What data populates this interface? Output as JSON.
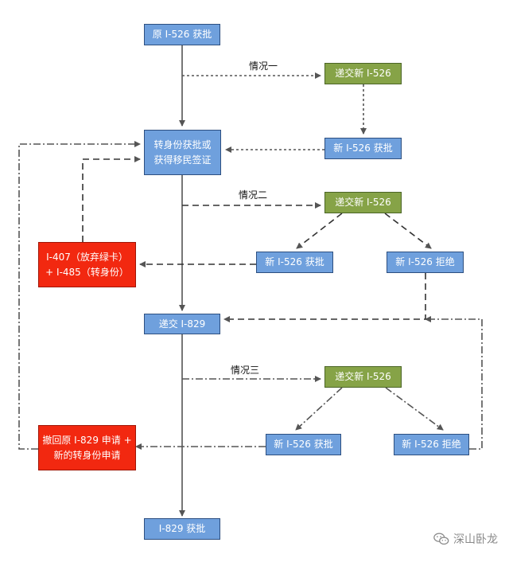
{
  "nodes": {
    "orig_approved": {
      "lines": [
        "原 I-526 获批"
      ]
    },
    "submit_new_1": {
      "lines": [
        "递交新 I-526"
      ]
    },
    "new_approved_1": {
      "lines": [
        "新 I-526 获批"
      ]
    },
    "adjust_status": {
      "lines": [
        "转身份获批或",
        "获得移民签证"
      ]
    },
    "submit_new_2": {
      "lines": [
        "递交新 I-526"
      ]
    },
    "i407_i485": {
      "lines": [
        "I-407（放弃绿卡）",
        "+ I-485（转身份）"
      ]
    },
    "new_approved_2": {
      "lines": [
        "新 I-526 获批"
      ]
    },
    "new_denied_2": {
      "lines": [
        "新 I-526 拒绝"
      ]
    },
    "submit_i829": {
      "lines": [
        "递交 I-829"
      ]
    },
    "submit_new_3": {
      "lines": [
        "递交新 I-526"
      ]
    },
    "withdraw": {
      "lines": [
        "撤回原 I-829 申请 +",
        "新的转身份申请"
      ]
    },
    "new_approved_3": {
      "lines": [
        "新 I-526 获批"
      ]
    },
    "new_denied_3": {
      "lines": [
        "新 I-526 拒绝"
      ]
    },
    "i829_approved": {
      "lines": [
        "I-829 获批"
      ]
    }
  },
  "labels": {
    "case1": "情况一",
    "case2": "情况二",
    "case3": "情况三"
  },
  "watermark": {
    "text": "深山卧龙",
    "icon": "wechat-icon"
  },
  "colors": {
    "blue": "#6fa0dd",
    "green": "#86a347",
    "red": "#f22810",
    "line": "#555555"
  }
}
